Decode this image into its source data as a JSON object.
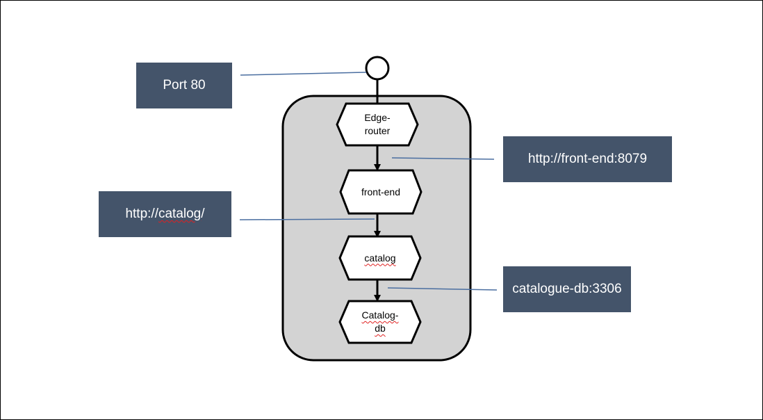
{
  "labels": {
    "port": "Port 80",
    "frontend_url": "http://front-end:8079",
    "catalog_url": "http://catalog/",
    "catalogue_db": "catalogue-db:3306"
  },
  "nodes": {
    "edge_router": [
      "Edge-",
      "router"
    ],
    "front_end": [
      "front-end"
    ],
    "catalog": [
      "catalog"
    ],
    "catalog_db": [
      "Catalog-",
      "db"
    ]
  },
  "colors": {
    "label_box": "#44546a",
    "container": "#d3d3d3",
    "connector": "#4a6ea0",
    "spellcheck": "#e02020"
  }
}
